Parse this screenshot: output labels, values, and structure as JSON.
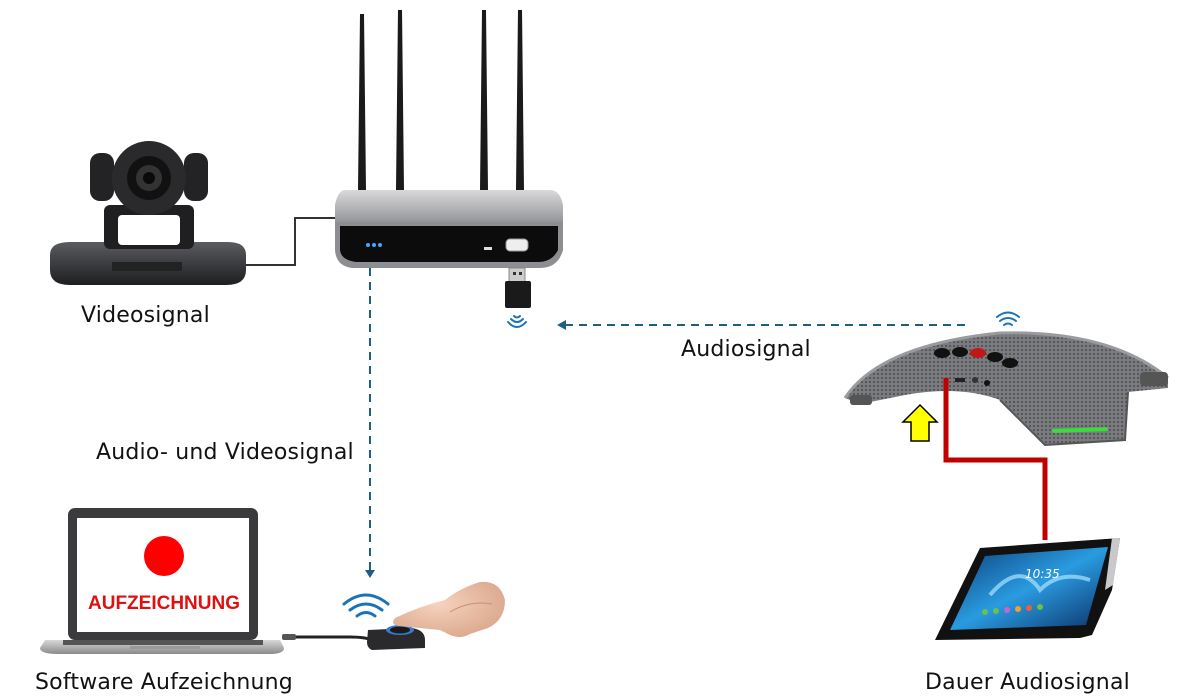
{
  "diagram": {
    "labels": {
      "camera": "Videosignal",
      "hub_to_dongle": "Audio- und Videosignal",
      "speaker_to_hub": "Audiosignal",
      "laptop": "Software Aufzeichnung",
      "tablet": "Dauer Audiosignal"
    },
    "laptop_screen": {
      "text": "AUFZEICHNUNG",
      "record_color": "#ff0000"
    },
    "tablet_screen": {
      "clock": "10:35"
    },
    "colors": {
      "dashed_link": "#1f5f7f",
      "wifi": "#1a73b8",
      "red_cable": "#c00000",
      "highlight_arrow": "#ffff00",
      "led_green": "#3ddc3d",
      "hub_led": "#4aa3ff"
    },
    "nodes": [
      {
        "id": "ptz-camera",
        "name": "PTZ camera"
      },
      {
        "id": "wireless-hub",
        "name": "Wireless base station with 4 antennas"
      },
      {
        "id": "usb-dongle",
        "name": "USB wireless dongle"
      },
      {
        "id": "conference-speaker",
        "name": "Conference speakerphone"
      },
      {
        "id": "tablet",
        "name": "Tablet"
      },
      {
        "id": "laptop",
        "name": "Laptop"
      },
      {
        "id": "share-button",
        "name": "Wireless share button"
      }
    ],
    "links": [
      {
        "from": "ptz-camera",
        "to": "wireless-hub",
        "style": "solid-cable"
      },
      {
        "from": "wireless-hub",
        "to": "share-button",
        "style": "dashed-arrow",
        "label_ref": "hub_to_dongle"
      },
      {
        "from": "conference-speaker",
        "to": "usb-dongle",
        "style": "dashed-arrow",
        "label_ref": "speaker_to_hub"
      },
      {
        "from": "conference-speaker",
        "to": "tablet",
        "style": "red-cable"
      },
      {
        "from": "share-button",
        "to": "laptop",
        "style": "usb-cable"
      }
    ]
  }
}
